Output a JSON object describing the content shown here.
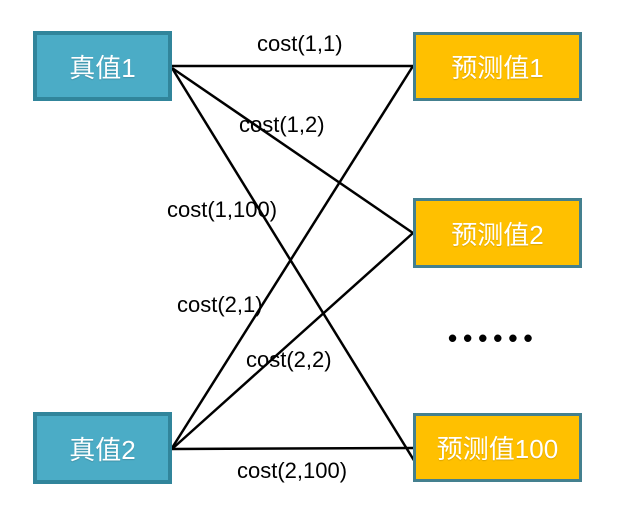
{
  "diagram": {
    "left_nodes": [
      {
        "label": "真值1"
      },
      {
        "label": "真值2"
      }
    ],
    "right_nodes": [
      {
        "label": "预测值1"
      },
      {
        "label": "预测值2"
      },
      {
        "label": "预测值100"
      }
    ],
    "edges": [
      {
        "from": "真值1",
        "to": "预测值1",
        "label": "cost(1,1)"
      },
      {
        "from": "真值1",
        "to": "预测值2",
        "label": "cost(1,2)"
      },
      {
        "from": "真值1",
        "to": "预测值100",
        "label": "cost(1,100)"
      },
      {
        "from": "真值2",
        "to": "预测值1",
        "label": "cost(2,1)"
      },
      {
        "from": "真值2",
        "to": "预测值2",
        "label": "cost(2,2)"
      },
      {
        "from": "真值2",
        "to": "预测值100",
        "label": "cost(2,100)"
      }
    ],
    "ellipsis": "••••••",
    "colors": {
      "true_node_fill": "#4BACC6",
      "true_node_border": "#31859B",
      "pred_node_fill": "#FFC000",
      "pred_node_border": "#44808F",
      "edge_line": "#000000",
      "edge_label_text": "#000000",
      "node_text": "#FFFFFF",
      "background": "#FFFFFF"
    }
  }
}
